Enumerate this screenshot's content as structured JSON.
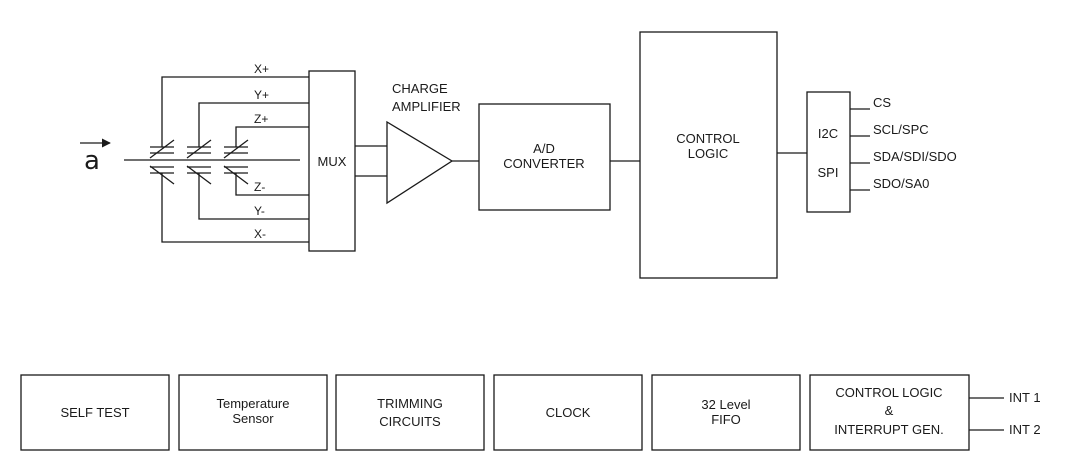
{
  "sensor": {
    "symbol": "a"
  },
  "mux": {
    "label": "MUX",
    "inputs": [
      "X+",
      "Y+",
      "Z+",
      "Z-",
      "Y-",
      "X-"
    ]
  },
  "charge_amplifier": {
    "line1": "CHARGE",
    "line2": "AMPLIFIER"
  },
  "adc": {
    "line1": "A/D",
    "line2": "CONVERTER"
  },
  "control_logic": {
    "line1": "CONTROL",
    "line2": "LOGIC"
  },
  "interface": {
    "i2c": "I2C",
    "spi": "SPI",
    "pins": [
      "CS",
      "SCL/SPC",
      "SDA/SDI/SDO",
      "SDO/SA0"
    ]
  },
  "bottom_blocks": {
    "self_test": "SELF TEST",
    "temperature_sensor": {
      "line1": "Temperature",
      "line2": "Sensor"
    },
    "trimming": {
      "line1": "TRIMMING",
      "line2": "CIRCUITS"
    },
    "clock": "CLOCK",
    "fifo": {
      "line1": "32 Level",
      "line2": "FIFO"
    },
    "interrupt_logic": {
      "line1": "CONTROL LOGIC",
      "line2": "&",
      "line3": "INTERRUPT GEN."
    },
    "outputs": [
      "INT 1",
      "INT 2"
    ]
  }
}
